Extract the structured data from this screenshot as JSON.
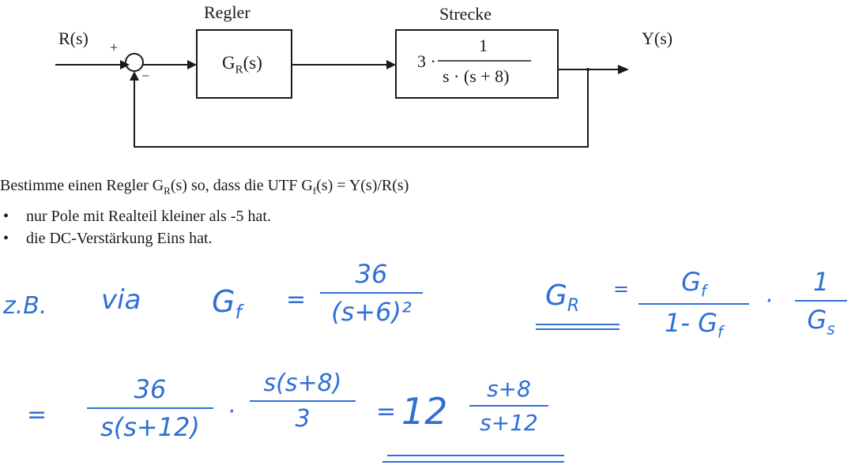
{
  "diagram": {
    "labels": {
      "input": "R(s)",
      "output": "Y(s)",
      "plus_sign": "+",
      "minus_sign": "−",
      "controller_title": "Regler",
      "plant_title": "Strecke"
    },
    "controller_block": {
      "text_main": "G",
      "text_sub": "R",
      "text_tail": "(s)"
    },
    "plant_block": {
      "gain": "3 ·",
      "numerator": "1",
      "denominator": "s · (s + 8)"
    }
  },
  "task": {
    "line_prefix": "Bestimme einen Regler G",
    "line_sub1": "R",
    "line_mid": "(s) so, dass die UTF G",
    "line_sub2": "f",
    "line_tail": "(s) = Y(s)/R(s)",
    "bullets": [
      "nur Pole mit Realteil kleiner als -5 hat.",
      "die DC-Verstärkung Eins hat."
    ],
    "bullet_symbol": "•"
  },
  "handwriting": {
    "prefix": "z.B.",
    "via": "via",
    "gf_label": "G",
    "gf_sub": "f",
    "equals1": "=",
    "gf_num": "36",
    "gf_den": "(s+6)²",
    "gr_label": "G",
    "gr_sub": "R",
    "equals2": "=",
    "gr_num": "G",
    "gr_num_sub": "f",
    "gr_den": "1- G",
    "gr_den_sub": "f",
    "dot": "·",
    "inv_num": "1",
    "inv_den": "G",
    "inv_den_sub": "s",
    "line2_equals": "=",
    "frac1_num": "36",
    "frac1_den": "s(s+12)",
    "dot2": "·",
    "frac2_num": "s(s+8)",
    "frac2_den": "3",
    "equals3": "=",
    "result_gain": "12",
    "result_num": "s+8",
    "result_den": "s+12"
  },
  "colors": {
    "ink_print": "#1a1a1a",
    "ink_handwriting": "#2f6fd6"
  }
}
